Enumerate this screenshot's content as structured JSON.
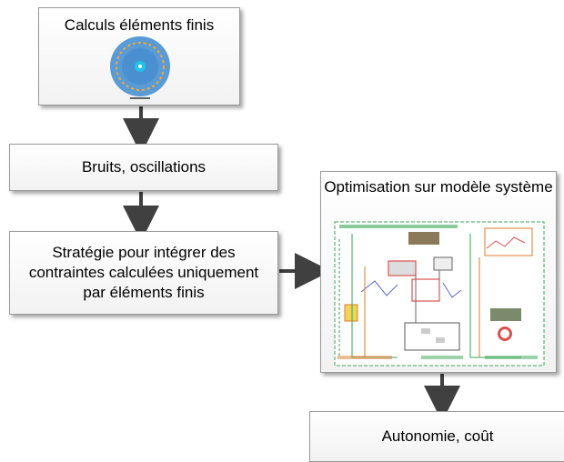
{
  "boxes": {
    "fe_calc": {
      "label": "Calculs éléments finis"
    },
    "noise": {
      "label": "Bruits, oscillations"
    },
    "strategy": {
      "label": "Stratégie pour intégrer des contraintes calculées uniquement par éléments finis"
    },
    "optim": {
      "label": "Optimisation sur modèle système"
    },
    "autonomy": {
      "label": "Autonomie, coût"
    }
  },
  "colors": {
    "arrow": "#404040",
    "box_border": "#9a9a9a",
    "motor_outer": "#5b9bd5",
    "motor_inner": "#1fc4e8",
    "diagram_green": "#3aa655",
    "diagram_orange": "#e07b2a"
  },
  "icons": {
    "motor": "motor-cross-section-icon",
    "system_diagram": "system-diagram-thumbnail"
  }
}
